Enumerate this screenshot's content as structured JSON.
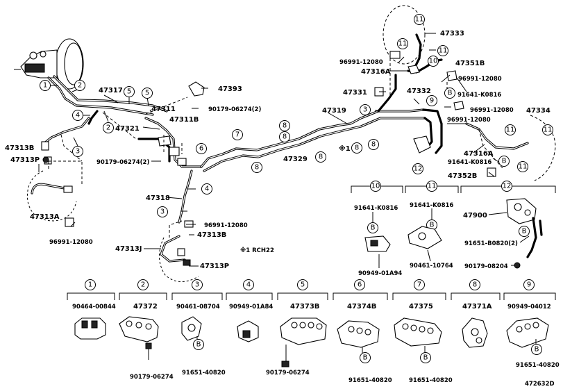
{
  "callouts": {
    "c1a": "1",
    "c2a": "2",
    "c2b": "2",
    "c3a": "3",
    "c3b": "3",
    "c3c": "3",
    "c4a": "4",
    "c4b": "4",
    "c5a": "5",
    "c5b": "5",
    "c6a": "6",
    "c7a": "7",
    "c8a": "8",
    "c8b": "8",
    "c8c": "8",
    "c8d": "8",
    "c8e": "8",
    "c8f": "8",
    "c9a": "9",
    "c10a": "10",
    "c11a": "11",
    "c11b": "11",
    "c11c": "11",
    "c11d": "11",
    "c11e": "11",
    "c11f": "11",
    "c12a": "12",
    "cBa": "B",
    "cBb": "B",
    "cBc": "B",
    "cBd": "B",
    "cBe": "B",
    "cBf": "B",
    "cBg": "B",
    "cBh": "B",
    "cBi": "B"
  },
  "labels": {
    "p47393": "47393",
    "p47317": "47317",
    "p90179_2a": "90179-06274(2)",
    "p47311": "47311",
    "p47321": "47321",
    "p47311B": "47311B",
    "p47313B_a": "47313B",
    "p47313P_a": "47313P",
    "p90179_2b": "90179-06274(2)",
    "p47313A": "47313A",
    "p96991_a": "96991-12080",
    "p47318": "47318",
    "p96991_b": "96991-12080",
    "p47313B_b": "47313B",
    "p47313J": "47313J",
    "p47313P_b": "47313P",
    "rch22_note": "※1 RCH22",
    "p47319": "47319",
    "p47329": "47329",
    "star_mark": "※1",
    "p47331": "47331",
    "p47332": "47332",
    "p96991_c": "96991-12080",
    "p47316A_a": "47316A",
    "p47333": "47333",
    "p47351B": "47351B",
    "p96991_d": "96991-12080",
    "p91641_a": "91641-K0816",
    "p96991_e": "96991-12080",
    "p47334": "47334",
    "p96991_f": "96991-12080",
    "p47316A_b": "47316A",
    "p91641_b": "91641-K0816",
    "p47352B": "47352B",
    "p91641_c": "91641-K0816",
    "p91641_d": "91641-K0816",
    "p90949_01A94": "90949-01A94",
    "p90461_10764": "90461-10764",
    "p47900": "47900",
    "p91651_B0820": "91651-B0820(2)",
    "p90179_08204": "90179-08204",
    "d1": "90464-00844",
    "d2": "47372",
    "d3": "90461-08704",
    "d4": "90949-01A84",
    "d5": "47373B",
    "d6": "47374B",
    "d7": "47375",
    "d8": "47371A",
    "d9": "90949-04012",
    "b2": "90179-06274",
    "b3": "91651-40820",
    "b5": "90179-06274",
    "b6": "91651-40820",
    "b7": "91651-40820",
    "b9": "91651-40820",
    "drawing_no": "472632D"
  }
}
